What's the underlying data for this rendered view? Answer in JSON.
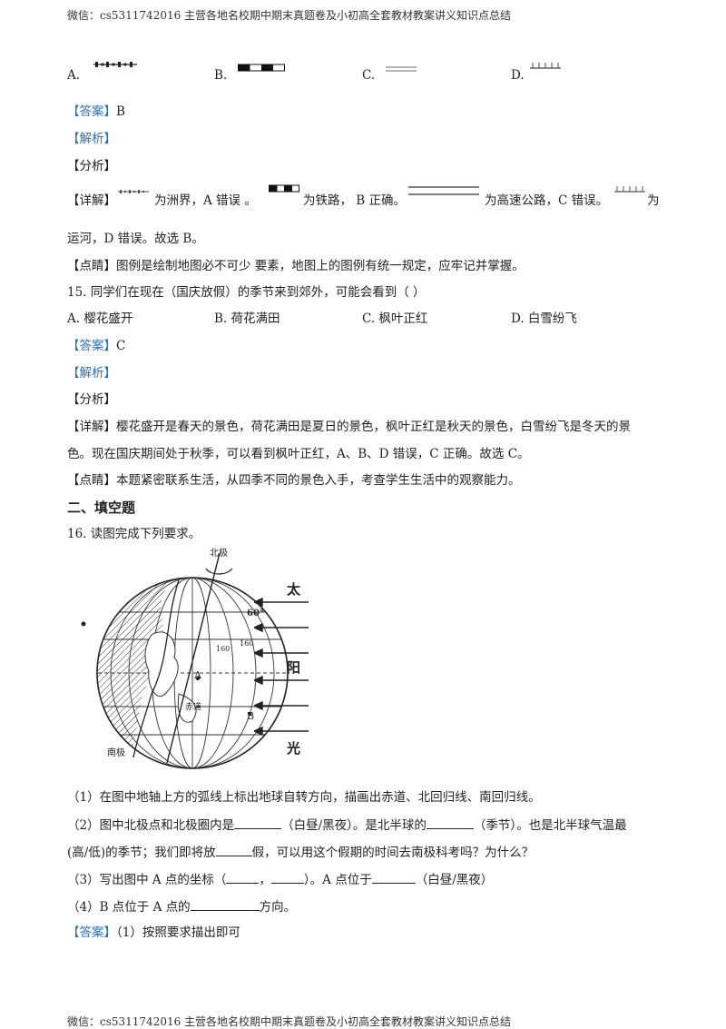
{
  "header": "微信：cs5311742016  主营各地名校期中期末真题卷及小初高全套教材教案讲义知识点总结",
  "footer": "微信：cs5311742016  主营各地名校期中期末真题卷及小初高全套教材教案讲义知识点总结",
  "q14": {
    "options": [
      "A.",
      "B.",
      "C.",
      "D."
    ],
    "answer_tag": "【答案】",
    "answer": "B",
    "jiexi": "【解析】",
    "fenxi": "【分析】",
    "detail_tag": "【详解】",
    "detail_parts": [
      "为洲界，A 错误 。",
      "为铁路，  B 正确。",
      "为高速公路，C 错误。",
      "为"
    ],
    "detail_line2": "运河，D 错误。故选 B。",
    "dianjing": "【点睛】图例是绘制地图必不可少    要素，地图上的图例有统一规定，应牢记并掌握。"
  },
  "q15": {
    "stem": "15.  同学们在现在（国庆放假）的季节来到郊外，可能会看到（      ）",
    "options": [
      "A.  樱花盛开",
      "B.  荷花满田",
      "C.  枫叶正红",
      "D.  白雪纷飞"
    ],
    "answer_tag": "【答案】",
    "answer": "C",
    "jiexi": "【解析】",
    "fenxi": "【分析】",
    "detail_line1": "【详解】樱花盛开是春天的景色，荷花满田是夏日的景色，枫叶正红是秋天的景色，白雪纷飞是冬天的景",
    "detail_line2": "色。现在国庆期间处于秋季，可以看到枫叶正红，A、B、D 错误，C 正确。故选 C。",
    "dianjing": "【点睛】本题紧密联系生活，从四季不同的景色入手，考查学生生活中的观察能力。"
  },
  "section2": "二、填空题",
  "q16": {
    "stem": "16.  读图完成下列要求。",
    "figure_labels": {
      "north_pole": "北极",
      "south_pole": "南极",
      "lat60": "60°",
      "lon160a": "160",
      "lon160b": "160",
      "point_a": "A",
      "point_b": "B",
      "equator": "赤道",
      "sun1": "太",
      "sun2": "阳",
      "sun3": "光"
    },
    "p1": "（1）在图中地轴上方的弧线上标出地球自转方向，描画出赤道、北回归线、南回归线。",
    "p2a_1": "（2）图中北极点和北极圈内是",
    "p2a_2": "（白昼/黑夜）。是北半球的",
    "p2a_3": "（季节）。也是北半球气温最",
    "p2b_1": "(高/低)的季节；我们即将放",
    "p2b_2": "假，可以用这个假期的时间去南极科考吗？为什么？",
    "p3_1": "（3）写出图中 A 点的坐标（",
    "p3_2": "，",
    "p3_3": "）。A 点位于",
    "p3_4": "（白昼/黑夜）",
    "p4_1": "（4）B 点位于 A 点的",
    "p4_2": "方向。",
    "answer_tag": "【答案】",
    "answer": "（1）按照要求描出即可"
  }
}
